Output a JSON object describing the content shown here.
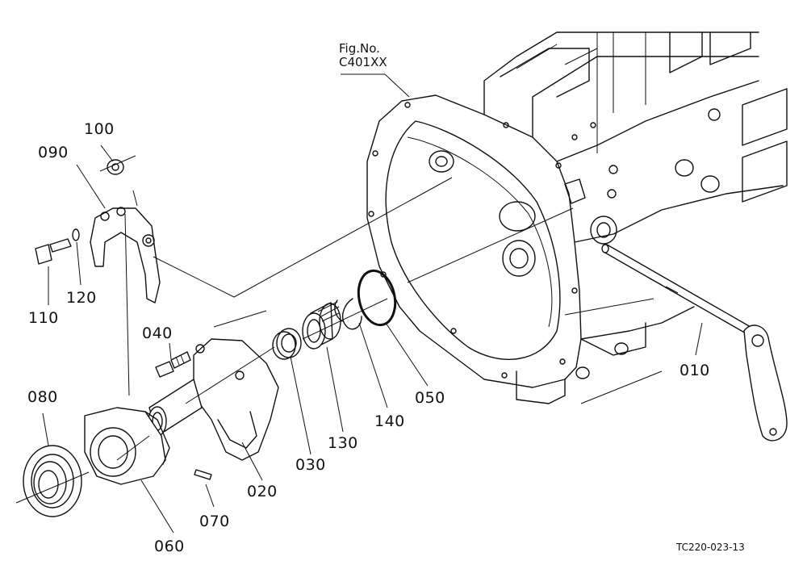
{
  "figure_ref": {
    "line1": "Fig.No.",
    "line2": "C401XX"
  },
  "drawing_code": "TC220-023-13",
  "parts": [
    {
      "id": "p010",
      "number": "010"
    },
    {
      "id": "p020",
      "number": "020"
    },
    {
      "id": "p030",
      "number": "030"
    },
    {
      "id": "p040",
      "number": "040"
    },
    {
      "id": "p050",
      "number": "050"
    },
    {
      "id": "p060",
      "number": "060"
    },
    {
      "id": "p070",
      "number": "070"
    },
    {
      "id": "p080",
      "number": "080"
    },
    {
      "id": "p090",
      "number": "090"
    },
    {
      "id": "p100",
      "number": "100"
    },
    {
      "id": "p110",
      "number": "110"
    },
    {
      "id": "p120",
      "number": "120"
    },
    {
      "id": "p130",
      "number": "130"
    },
    {
      "id": "p140",
      "number": "140"
    }
  ]
}
